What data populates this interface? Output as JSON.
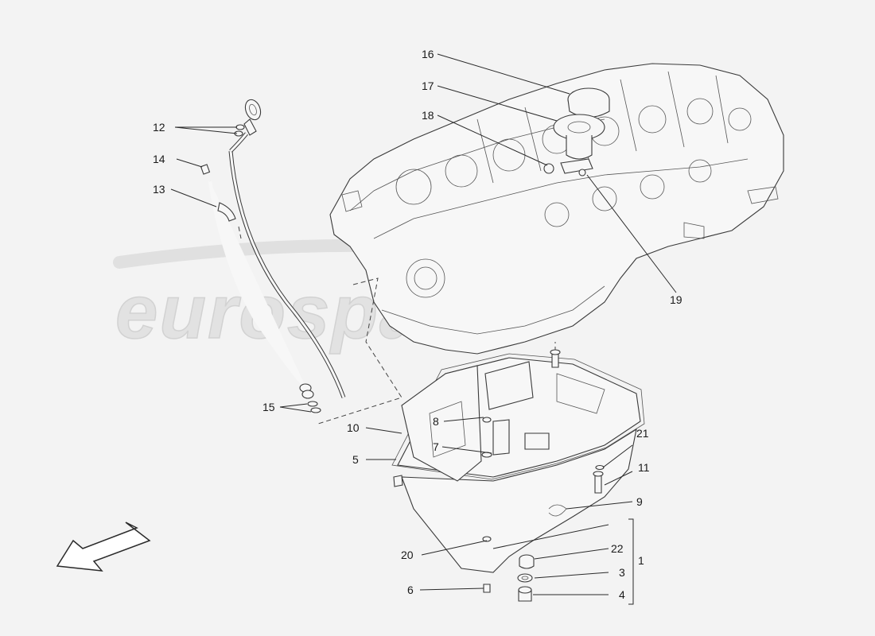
{
  "watermark": "eurospares",
  "callouts": {
    "c1": "1",
    "c3": "3",
    "c4": "4",
    "c5": "5",
    "c6": "6",
    "c7": "7",
    "c8": "8",
    "c9": "9",
    "c10": "10",
    "c11": "11",
    "c12": "12",
    "c13": "13",
    "c14": "14",
    "c15": "15",
    "c16": "16",
    "c17": "17",
    "c18": "18",
    "c19": "19",
    "c20": "20",
    "c21": "21",
    "c22": "22"
  }
}
